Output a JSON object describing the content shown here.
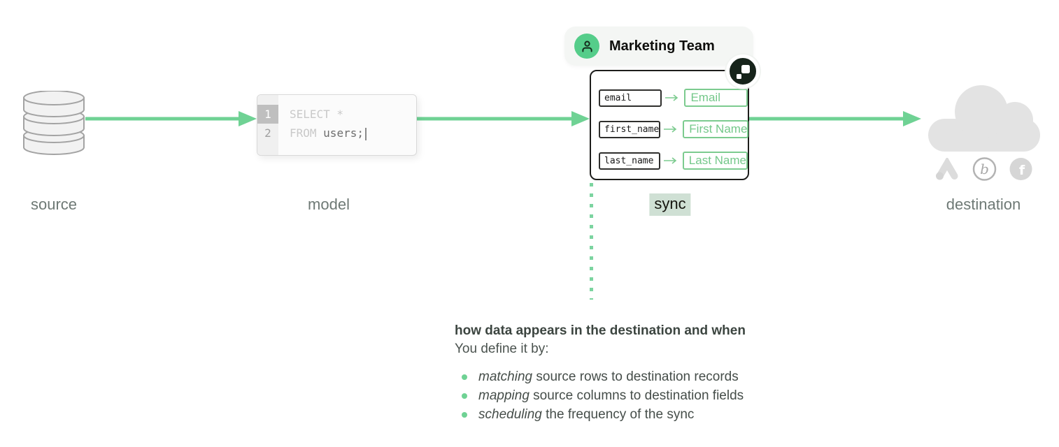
{
  "stages": [
    {
      "label": "source"
    },
    {
      "label": "model"
    },
    {
      "label": "sync"
    },
    {
      "label": "destination"
    }
  ],
  "model_box": {
    "lines": [
      {
        "num": "1",
        "code": "SELECT *"
      },
      {
        "num": "2",
        "keyword": "FROM ",
        "code": "users;"
      }
    ]
  },
  "team": {
    "name": "Marketing Team"
  },
  "mappings": [
    {
      "source": "email",
      "dest": "Email"
    },
    {
      "source": "first_name",
      "dest": "First Name"
    },
    {
      "source": "last_name",
      "dest": "Last Name"
    }
  ],
  "destination_icons": [
    {
      "name": "google-ads"
    },
    {
      "name": "braze",
      "glyph": "b"
    },
    {
      "name": "facebook",
      "glyph": "f"
    }
  ],
  "info": {
    "heading": "how data appears in the destination and when",
    "subheading": "You define it by:",
    "bullets": [
      {
        "term": "matching",
        "text": " source rows to destination records"
      },
      {
        "term": "mapping",
        "text": " source columns to destination fields"
      },
      {
        "term": "scheduling",
        "text": " the frequency of the sync"
      }
    ]
  },
  "colors": {
    "arrow_green": "#6fd294",
    "mapping_green": "#7ccb8f",
    "avatar_green": "#55cd8a",
    "sync_highlight": "#cfe0d4",
    "label_gray": "#6e7975",
    "icon_gray": "#e3e3e3",
    "badge_dark": "#16231a"
  }
}
